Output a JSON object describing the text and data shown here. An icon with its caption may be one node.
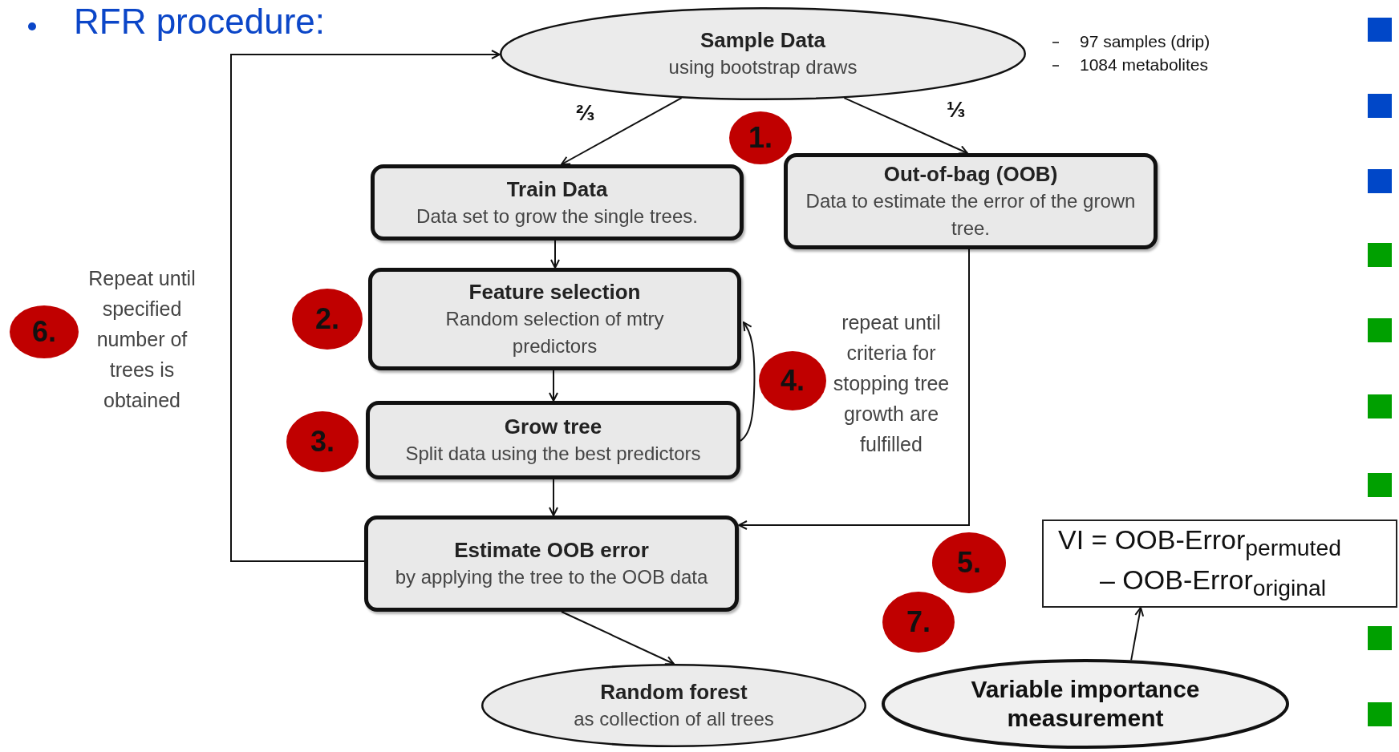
{
  "diagram": {
    "title": "RFR procedure:",
    "nodes": [
      {
        "text": [
          "Sample Data",
          "using bootstrap draws"
        ]
      },
      {
        "text": [
          "Train Data",
          "Data set to grow the single trees."
        ]
      },
      {
        "text": [
          "1."
        ]
      },
      {
        "text": [
          "Out-of-bag (OOB)",
          "Data to estimate the error of the grown tree."
        ]
      },
      {
        "text": [
          "6."
        ]
      },
      {
        "text": [
          "2."
        ]
      },
      {
        "text": [
          "Feature selection",
          "Random selection of mtry predictors"
        ]
      },
      {
        "text": [
          "4."
        ]
      },
      {
        "text": [
          "3."
        ]
      },
      {
        "text": [
          "Grow tree",
          "Split data using the best predictors"
        ]
      },
      {
        "text": [
          "Estimate OOB error",
          "by applying the tree to the OOB data"
        ]
      },
      {
        "text": [
          "5."
        ]
      },
      {
        "text": [
          "VI = OOB-Error$_{permuted}$ – OOB-Error$_{original}$"
        ]
      },
      {
        "text": [
          "7."
        ]
      },
      {
        "text": [
          "Random forest",
          "as collection of all trees"
        ]
      },
      {
        "text": [
          "Variable importance measurement"
        ]
      }
    ],
    "edges": [
      {
        "from": 0,
        "to": 1,
        "arrow": "to",
        "label": "⅔"
      },
      {
        "from": 0,
        "to": 3,
        "arrow": "to",
        "label": "⅓"
      },
      {
        "from": 1,
        "to": 6,
        "arrow": "to"
      },
      {
        "from": 6,
        "to": 9,
        "arrow": "to"
      },
      {
        "from": 9,
        "to": 6,
        "arrow": "to"
      },
      {
        "from": 9,
        "to": 10,
        "arrow": "to"
      },
      {
        "from": 3,
        "to": 10,
        "arrow": "to"
      },
      {
        "from": 10,
        "to": 0,
        "arrow": "to"
      },
      {
        "from": 10,
        "to": 14,
        "arrow": "to"
      },
      {
        "from": 15,
        "to": 12,
        "arrow": "to"
      }
    ],
    "labels": [
      "97 samples (drip)",
      "1084 metabolites",
      "Repeat until specified number of trees is obtained",
      "repeat until criteria for stopping tree growth are fulfilled"
    ]
  }
}
